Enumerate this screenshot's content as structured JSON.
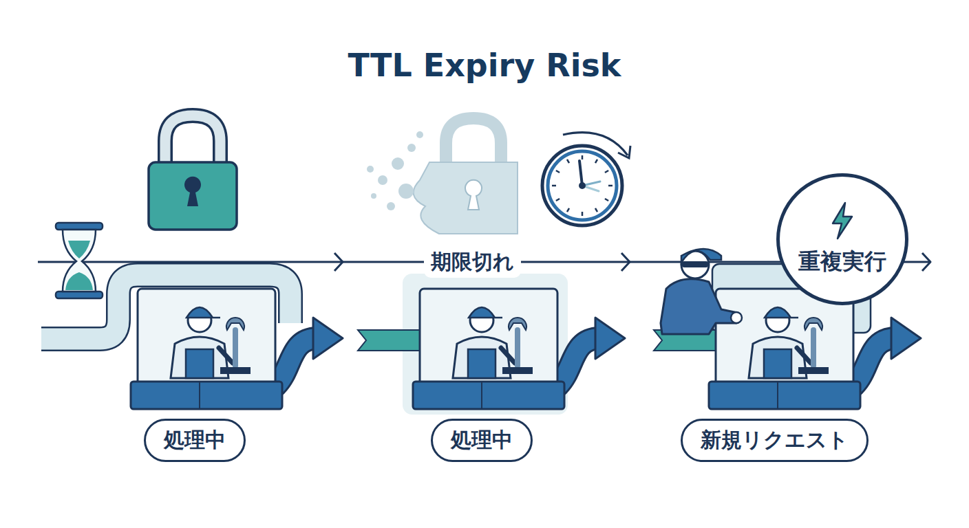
{
  "diagram": {
    "title": "TTL Expiry Risk",
    "nodes": [
      {
        "text": [
          "処理中"
        ]
      },
      {
        "text": [
          "処理中"
        ]
      },
      {
        "text": [
          "重複実行"
        ]
      },
      {
        "text": [
          "新規リクエスト"
        ]
      }
    ],
    "labels": [
      "期限切れ"
    ]
  }
}
